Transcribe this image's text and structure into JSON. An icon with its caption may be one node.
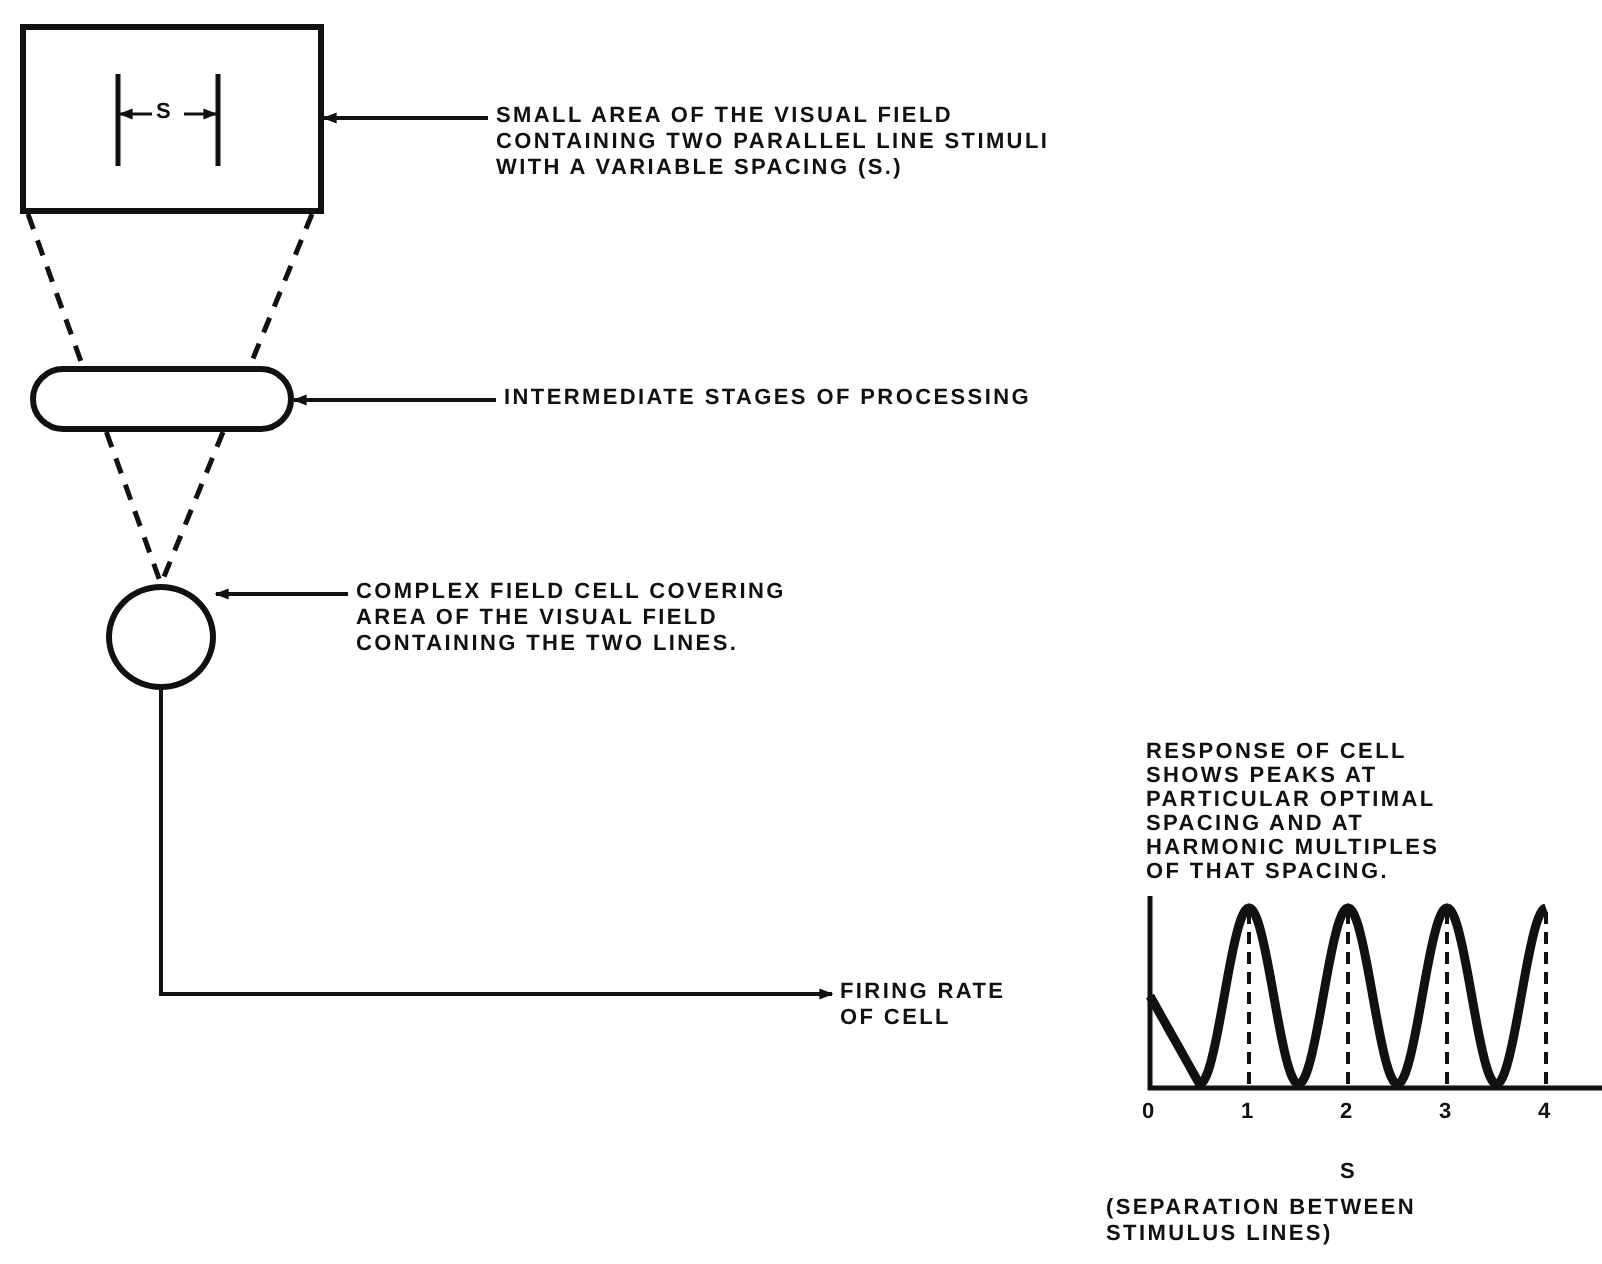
{
  "diagram": {
    "nodes": [
      {
        "text": [
          "S"
        ]
      },
      {
        "text": [
          "SMALL AREA OF THE VISUAL FIELD CONTAINING TWO PARALLEL LINE STIMULI WITH A VARIABLE SPACING (S.)"
        ]
      },
      {
        "text": [],
        "shape": "box"
      },
      {
        "text": [
          "INTERMEDIATE STAGES OF PROCESSING"
        ]
      },
      {
        "text": [],
        "shape": "circle"
      },
      {
        "text": [
          "COMPLEX FIELD CELL COVERING AREA OF THE VISUAL FIELD CONTAINING THE TWO LINES."
        ]
      },
      {
        "text": [
          "FIRING RATE OF CELL"
        ]
      }
    ],
    "edges": [
      {
        "from": 1,
        "to": 0,
        "arrow": "to"
      },
      {
        "from": 0,
        "to": 2,
        "arrow": "none",
        "style": "dashed"
      },
      {
        "from": 0,
        "to": 2,
        "arrow": "none",
        "style": "dashed"
      },
      {
        "from": 2,
        "to": 4,
        "arrow": "none",
        "style": "dashed"
      },
      {
        "from": 2,
        "to": 4,
        "arrow": "none",
        "style": "dashed"
      },
      {
        "from": 3,
        "to": 2,
        "arrow": "to"
      },
      {
        "from": 5,
        "to": 4,
        "arrow": "to"
      },
      {
        "from": 4,
        "to": 6,
        "arrow": "to"
      }
    ],
    "labels": [
      "RESPONSE OF CELL SHOWS PEAKS AT PARTICULAR OPTIMAL SPACING AND AT HARMONIC MULTIPLES OF THAT SPACING.",
      "0",
      "1",
      "2",
      "3",
      "4",
      "S",
      "(SEPARATION BETWEEN STIMULUS LINES)"
    ]
  }
}
